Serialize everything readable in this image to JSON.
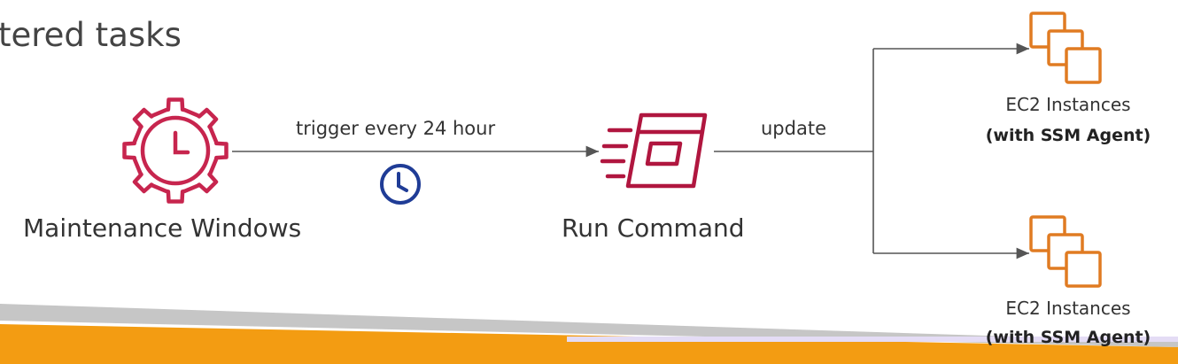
{
  "slide": {
    "heading": "tered tasks"
  },
  "nodes": {
    "maintenance_windows": {
      "label": "Maintenance Windows",
      "icon": "gear-clock-icon",
      "color": "#c7254e"
    },
    "run_command": {
      "label": "Run Command",
      "icon": "run-command-icon",
      "color": "#b0163f"
    },
    "ec2_top": {
      "line1": "EC2 Instances",
      "line2": "(with SSM Agent)",
      "icon": "ec2-instances-icon",
      "color": "#e07b22"
    },
    "ec2_bottom": {
      "line1": "EC2 Instances",
      "line2": "(with SSM Agent)",
      "icon": "ec2-instances-icon",
      "color": "#e07b22"
    }
  },
  "edges": {
    "trigger": {
      "label": "trigger every 24 hour",
      "icon": "clock-icon",
      "color": "#1f3c96"
    },
    "update": {
      "label": "update"
    }
  },
  "theme": {
    "arrow_color": "#555555",
    "footer_gray": "#bdbdbd",
    "footer_orange": "#f39c12",
    "footer_lavender": "#e4dcf5"
  }
}
